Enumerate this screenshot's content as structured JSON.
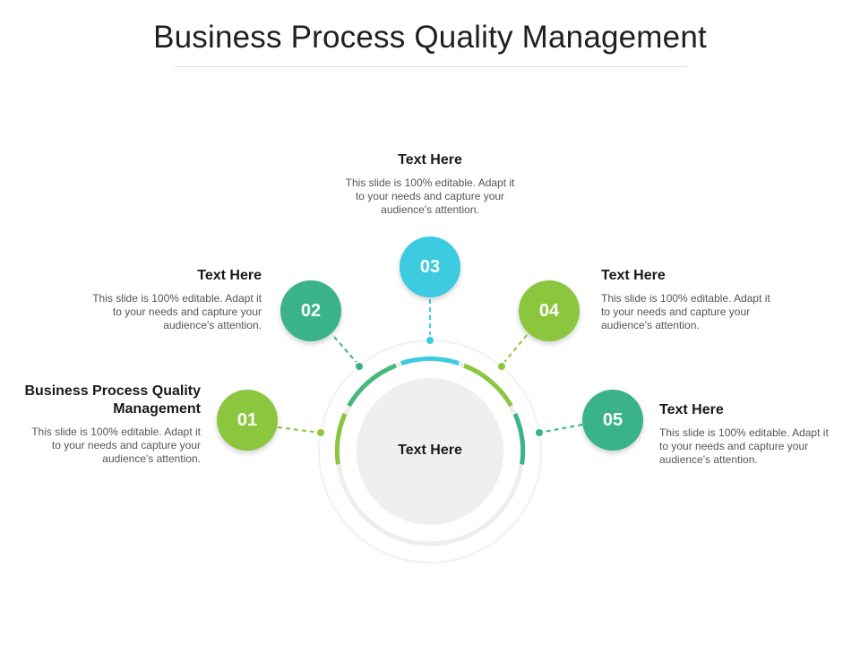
{
  "title": "Business Process Quality Management",
  "center_label": "Text Here",
  "colors": {
    "green_light": "#8cc63f",
    "green_mid": "#45b97c",
    "teal": "#3ab38a",
    "cyan": "#3ccbe0",
    "track": "#eeeeee"
  },
  "steps": [
    {
      "number": "01",
      "heading": "Business Process Quality Management",
      "body": "This slide is 100% editable. Adapt it to your needs and capture your audience's attention.",
      "color": "#8cc63f"
    },
    {
      "number": "02",
      "heading": "Text Here",
      "body": "This slide is 100% editable. Adapt it to your needs and capture your audience's attention.",
      "color": "#3ab38a"
    },
    {
      "number": "03",
      "heading": "Text Here",
      "body": "This slide is 100% editable. Adapt it to your needs and capture your audience's attention.",
      "color": "#3ccbe0"
    },
    {
      "number": "04",
      "heading": "Text Here",
      "body": "This slide is 100% editable. Adapt it to your needs and capture your audience's attention.",
      "color": "#8cc63f"
    },
    {
      "number": "05",
      "heading": "Text Here",
      "body": "This slide is 100% editable. Adapt it to your needs and capture your audience's attention.",
      "color": "#3ab38a"
    }
  ]
}
